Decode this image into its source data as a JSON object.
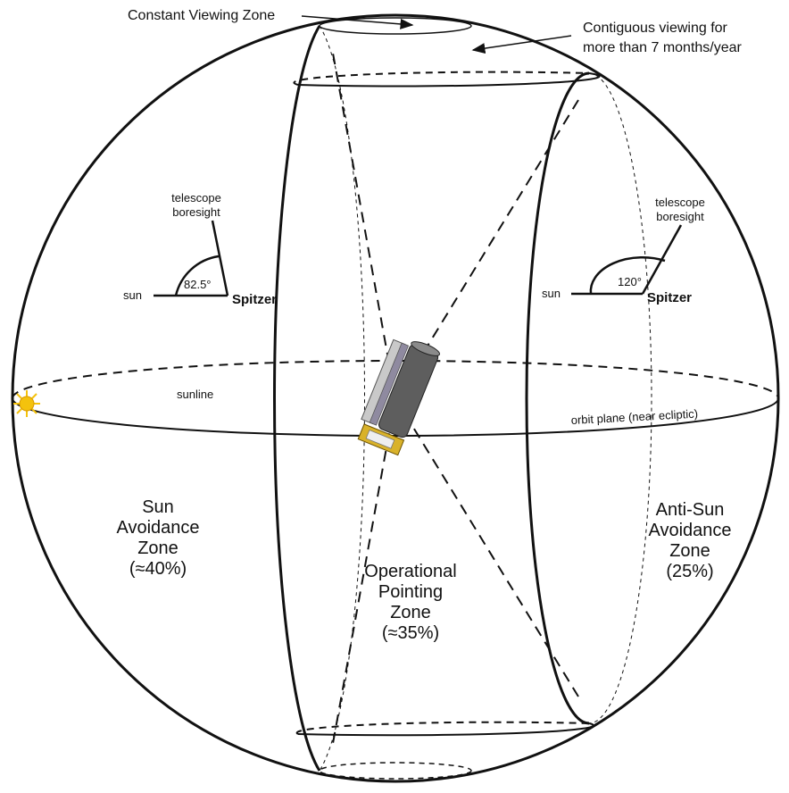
{
  "labels": {
    "constant_viewing_zone": "Constant Viewing Zone",
    "contiguous_line1": "Contiguous viewing for",
    "contiguous_line2": "more than 7 months/year",
    "left_telescope_line1": "telescope",
    "left_telescope_line2": "boresight",
    "left_angle": "82.5°",
    "left_sun": "sun",
    "left_spitzer": "Spitzer",
    "right_telescope_line1": "telescope",
    "right_telescope_line2": "boresight",
    "right_angle": "120°",
    "right_sun": "sun",
    "right_spitzer": "Spitzer",
    "sunline": "sunline",
    "orbit_plane": "orbit plane (near ecliptic)",
    "sun_zone_line1": "Sun",
    "sun_zone_line2": "Avoidance",
    "sun_zone_line3": "Zone",
    "sun_zone_pct": "(≈40%)",
    "op_zone_line1": "Operational",
    "op_zone_line2": "Pointing",
    "op_zone_line3": "Zone",
    "op_zone_pct": "(≈35%)",
    "anti_zone_line1": "Anti-Sun",
    "anti_zone_line2": "Avoidance",
    "anti_zone_line3": "Zone",
    "anti_zone_pct": "(25%)"
  },
  "colors": {
    "line": "#111111",
    "sun": "#f4c20d",
    "telescope_body": "#6a6a6a",
    "telescope_gold": "#d9b22a"
  },
  "icons": {
    "sun": "sun-icon",
    "spacecraft": "spitzer-telescope-icon"
  }
}
